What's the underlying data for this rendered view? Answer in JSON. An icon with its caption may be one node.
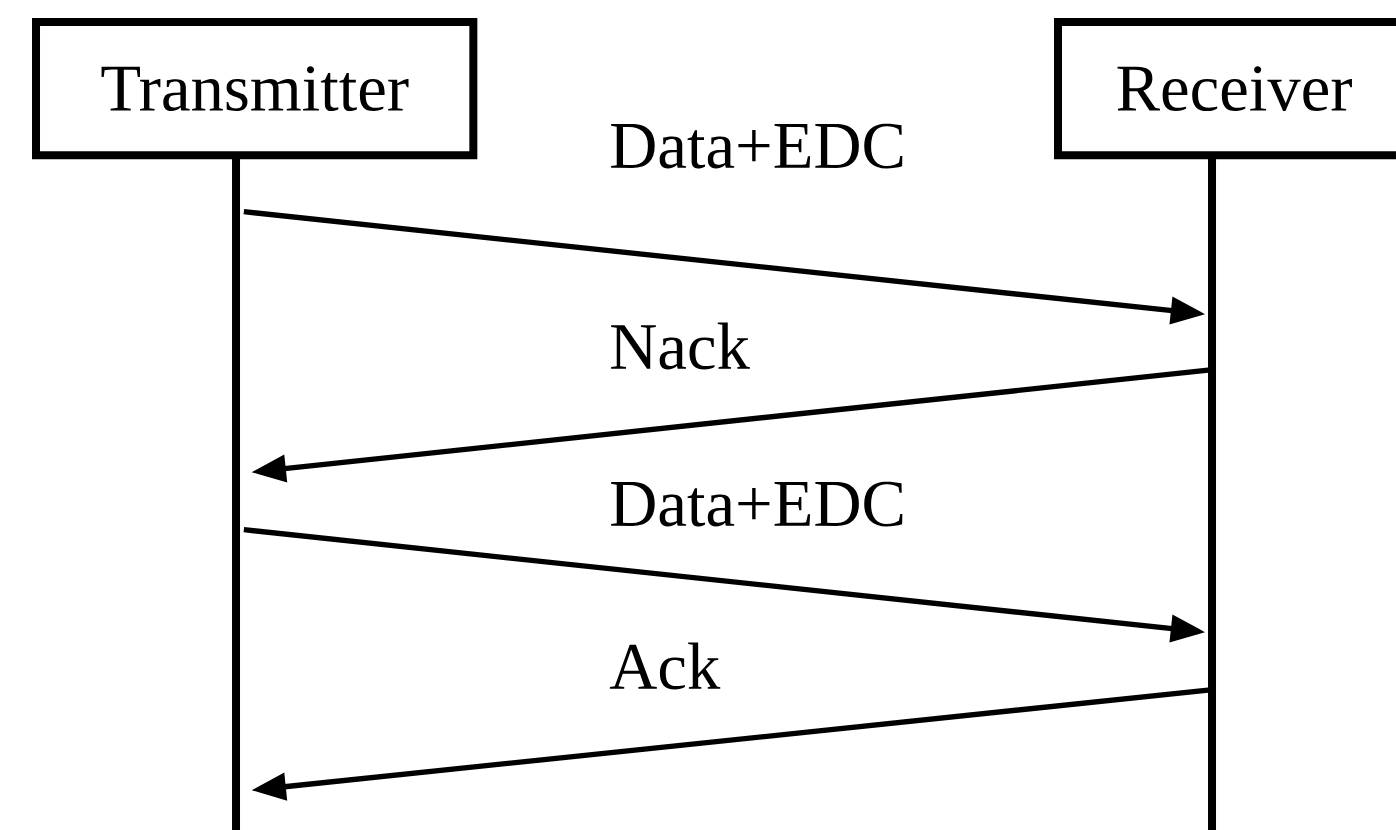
{
  "diagram": {
    "nodes": [
      {
        "text": [
          "Transmitter"
        ]
      },
      {
        "text": [
          "Receiver"
        ]
      }
    ],
    "edges": [
      {
        "from": 0,
        "to": 1,
        "arrow": "to",
        "label": "Data+EDC"
      },
      {
        "from": 1,
        "to": 0,
        "arrow": "to",
        "label": "Nack"
      },
      {
        "from": 0,
        "to": 1,
        "arrow": "to",
        "label": "Data+EDC"
      },
      {
        "from": 1,
        "to": 0,
        "arrow": "to",
        "label": "Ack"
      }
    ]
  }
}
